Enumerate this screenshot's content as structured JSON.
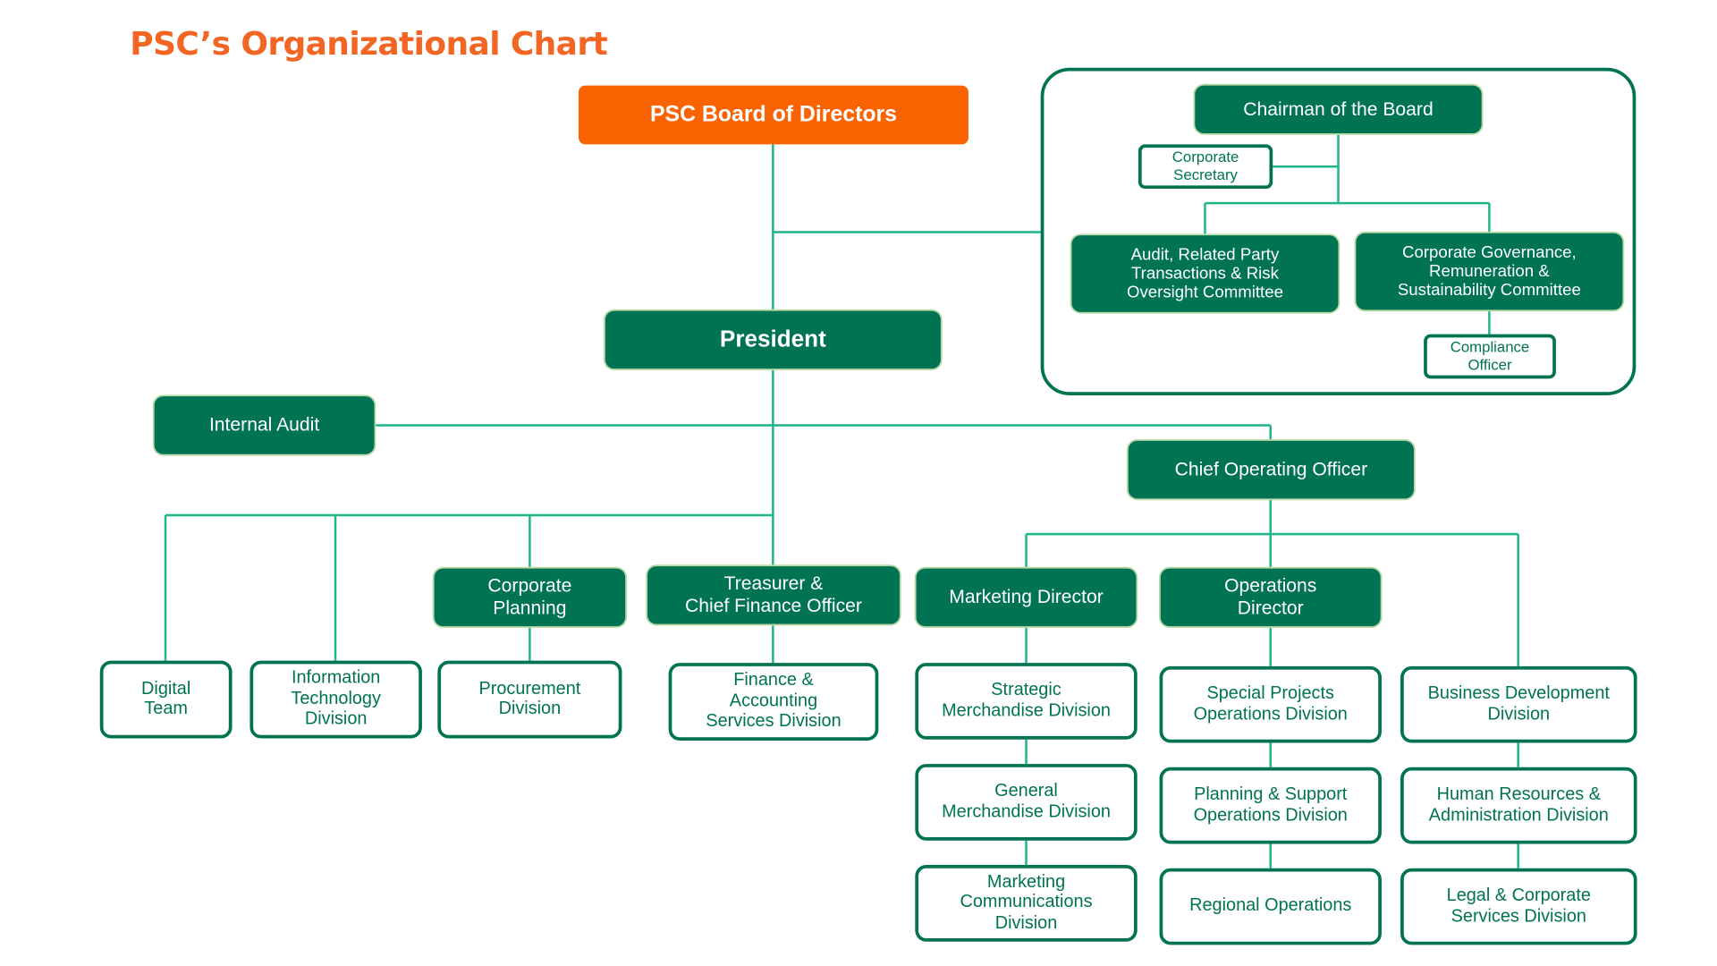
{
  "title": "PSC’s Organizational Chart",
  "colors": {
    "title_orange": "#f26522",
    "board_orange": "#f96302",
    "primary_green": "#007352",
    "connector_green": "#1fb58a"
  },
  "nodes": {
    "board": "PSC Board of Directors",
    "chairman": "Chairman of the Board",
    "corporate_secretary": "Corporate\nSecretary",
    "audit_committee": "Audit, Related Party\nTransactions & Risk\nOversight Committee",
    "governance_committee": "Corporate Governance,\nRemuneration &\nSustainability Committee",
    "compliance_officer": "Compliance\nOfficer",
    "president": "President",
    "internal_audit": "Internal Audit",
    "coo": "Chief Operating Officer",
    "corporate_planning": "Corporate\nPlanning",
    "treasurer_cfo": "Treasurer &\nChief Finance Officer",
    "marketing_director": "Marketing Director",
    "operations_director": "Operations\nDirector",
    "digital_team": "Digital\nTeam",
    "it_division": "Information\nTechnology\nDivision",
    "procurement_division": "Procurement\nDivision",
    "finance_accounting": "Finance &\nAccounting\nServices Division",
    "strategic_merchandise": "Strategic\nMerchandise Division",
    "general_merchandise": "General\nMerchandise Division",
    "marketing_communications": "Marketing\nCommunications\nDivision",
    "special_projects": "Special Projects\nOperations Division",
    "planning_support": "Planning & Support\nOperations Division",
    "regional_operations": "Regional Operations",
    "business_development": "Business Development\nDivision",
    "hr_admin": "Human Resources &\nAdministration Division",
    "legal_corporate": "Legal & Corporate\nServices Division"
  }
}
